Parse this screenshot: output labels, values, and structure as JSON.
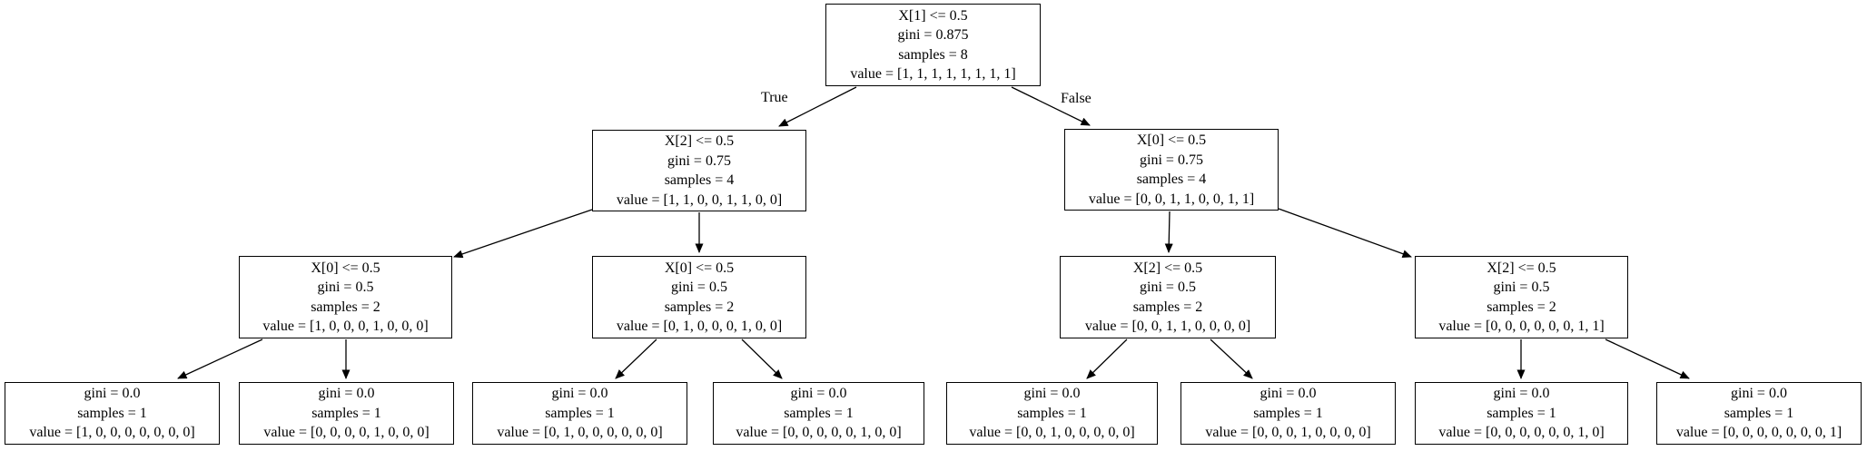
{
  "diagram": {
    "type": "decision-tree",
    "branch_labels": {
      "true_label": "True",
      "false_label": "False"
    },
    "nodes": [
      {
        "id": "node-0",
        "depth": 0,
        "condition": "X[1] <= 0.5",
        "gini": "gini = 0.875",
        "samples": "samples = 8",
        "value": "value = [1, 1, 1, 1, 1, 1, 1, 1]"
      },
      {
        "id": "node-1",
        "depth": 1,
        "condition": "X[2] <= 0.5",
        "gini": "gini = 0.75",
        "samples": "samples = 4",
        "value": "value = [1, 1, 0, 0, 1, 1, 0, 0]"
      },
      {
        "id": "node-2",
        "depth": 1,
        "condition": "X[0] <= 0.5",
        "gini": "gini = 0.75",
        "samples": "samples = 4",
        "value": "value = [0, 0, 1, 1, 0, 0, 1, 1]"
      },
      {
        "id": "node-3",
        "depth": 2,
        "condition": "X[0] <= 0.5",
        "gini": "gini = 0.5",
        "samples": "samples = 2",
        "value": "value = [1, 0, 0, 0, 1, 0, 0, 0]"
      },
      {
        "id": "node-4",
        "depth": 2,
        "condition": "X[0] <= 0.5",
        "gini": "gini = 0.5",
        "samples": "samples = 2",
        "value": "value = [0, 1, 0, 0, 0, 1, 0, 0]"
      },
      {
        "id": "node-5",
        "depth": 2,
        "condition": "X[2] <= 0.5",
        "gini": "gini = 0.5",
        "samples": "samples = 2",
        "value": "value = [0, 0, 1, 1, 0, 0, 0, 0]"
      },
      {
        "id": "node-6",
        "depth": 2,
        "condition": "X[2] <= 0.5",
        "gini": "gini = 0.5",
        "samples": "samples = 2",
        "value": "value = [0, 0, 0, 0, 0, 0, 1, 1]"
      },
      {
        "id": "leaf-1",
        "depth": 3,
        "gini": "gini = 0.0",
        "samples": "samples = 1",
        "value": "value = [1, 0, 0, 0, 0, 0, 0, 0]"
      },
      {
        "id": "leaf-2",
        "depth": 3,
        "gini": "gini = 0.0",
        "samples": "samples = 1",
        "value": "value = [0, 0, 0, 0, 1, 0, 0, 0]"
      },
      {
        "id": "leaf-3",
        "depth": 3,
        "gini": "gini = 0.0",
        "samples": "samples = 1",
        "value": "value = [0, 1, 0, 0, 0, 0, 0, 0]"
      },
      {
        "id": "leaf-4",
        "depth": 3,
        "gini": "gini = 0.0",
        "samples": "samples = 1",
        "value": "value = [0, 0, 0, 0, 0, 1, 0, 0]"
      },
      {
        "id": "leaf-5",
        "depth": 3,
        "gini": "gini = 0.0",
        "samples": "samples = 1",
        "value": "value = [0, 0, 1, 0, 0, 0, 0, 0]"
      },
      {
        "id": "leaf-6",
        "depth": 3,
        "gini": "gini = 0.0",
        "samples": "samples = 1",
        "value": "value = [0, 0, 0, 1, 0, 0, 0, 0]"
      },
      {
        "id": "leaf-7",
        "depth": 3,
        "gini": "gini = 0.0",
        "samples": "samples = 1",
        "value": "value = [0, 0, 0, 0, 0, 0, 1, 0]"
      },
      {
        "id": "leaf-8",
        "depth": 3,
        "gini": "gini = 0.0",
        "samples": "samples = 1",
        "value": "value = [0, 0, 0, 0, 0, 0, 0, 1]"
      }
    ],
    "edges": [
      {
        "from": "node-0",
        "to": "node-1",
        "label": "True"
      },
      {
        "from": "node-0",
        "to": "node-2",
        "label": "False"
      },
      {
        "from": "node-1",
        "to": "node-3",
        "label": ""
      },
      {
        "from": "node-1",
        "to": "node-4",
        "label": ""
      },
      {
        "from": "node-2",
        "to": "node-5",
        "label": ""
      },
      {
        "from": "node-2",
        "to": "node-6",
        "label": ""
      },
      {
        "from": "node-3",
        "to": "leaf-1",
        "label": ""
      },
      {
        "from": "node-3",
        "to": "leaf-2",
        "label": ""
      },
      {
        "from": "node-4",
        "to": "leaf-3",
        "label": ""
      },
      {
        "from": "node-4",
        "to": "leaf-4",
        "label": ""
      },
      {
        "from": "node-5",
        "to": "leaf-5",
        "label": ""
      },
      {
        "from": "node-5",
        "to": "leaf-6",
        "label": ""
      },
      {
        "from": "node-6",
        "to": "leaf-7",
        "label": ""
      },
      {
        "from": "node-6",
        "to": "leaf-8",
        "label": ""
      }
    ],
    "colors": {
      "node_border": "#000000",
      "node_fill": "#ffffff",
      "text": "#000000"
    }
  }
}
